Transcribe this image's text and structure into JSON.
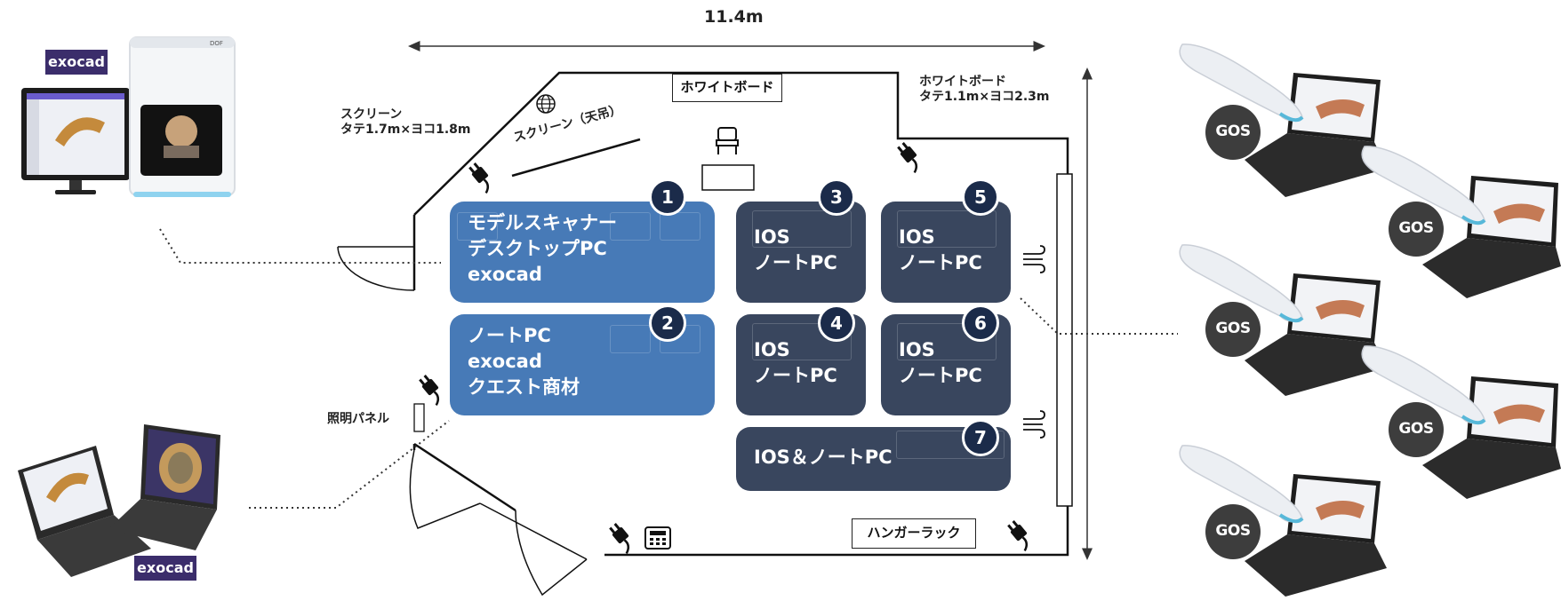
{
  "dimension": {
    "width_label": "11.4m"
  },
  "whiteboard_top": "ホワイトボード",
  "whiteboard_right": {
    "line1": "ホワイトボード",
    "line2": "タテ1.1m×ヨコ2.3m"
  },
  "screen_left": {
    "line1": "スクリーン",
    "line2": "タテ1.7m×ヨコ1.8m"
  },
  "screen_ceiling": "スクリーン（天吊）",
  "lighting_panel": "照明パネル",
  "hanger_rack": "ハンガーラック",
  "exocad_tag_top": "exocad",
  "exocad_tag_bottom": "exocad",
  "gos_label": "GOS",
  "zones": [
    {
      "number": "1",
      "lines": [
        "モデルスキャナー",
        "デスクトップPC",
        "exocad"
      ]
    },
    {
      "number": "2",
      "lines": [
        "ノートPC",
        "exocad",
        "クエスト商材"
      ]
    },
    {
      "number": "3",
      "lines": [
        "IOS",
        "ノートPC"
      ]
    },
    {
      "number": "4",
      "lines": [
        "IOS",
        "ノートPC"
      ]
    },
    {
      "number": "5",
      "lines": [
        "IOS",
        "ノートPC"
      ]
    },
    {
      "number": "6",
      "lines": [
        "IOS",
        "ノートPC"
      ]
    },
    {
      "number": "7",
      "lines": [
        "IOS＆ノートPC"
      ]
    }
  ],
  "icons": {
    "outlet": "plug-icon",
    "globe": "globe-icon",
    "chair": "chair-icon",
    "air": "air-vent-icon",
    "panel": "control-panel-icon"
  },
  "colors": {
    "zone_blue": "#2e68ad",
    "zone_navy": "#1e2c48",
    "badge": "#1b2b4a",
    "tag": "#3b2d6b"
  }
}
